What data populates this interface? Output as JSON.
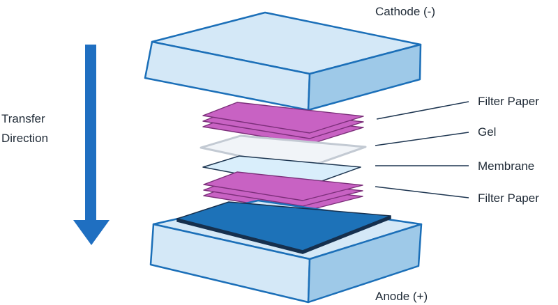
{
  "labels": {
    "cathode": "Cathode (-)",
    "anode": "Anode (+)",
    "transfer_line1": "Transfer",
    "transfer_line2": "Direction",
    "filter_paper_top": "Filter Paper",
    "gel": "Gel",
    "membrane": "Membrane",
    "filter_paper_bottom": "Filter Paper"
  },
  "colors": {
    "electrode_fill": "#d4e8f7",
    "electrode_side": "#9ec9e8",
    "outline": "#1b6fb8",
    "arrow": "#1f6fc1",
    "filter_paper": "#c862c3",
    "filter_paper_outline": "#7c2f7a",
    "gel": "#f1f4f8",
    "gel_outline": "#c3cad3",
    "membrane": "#d9eefb",
    "membrane_outline": "#1d3550",
    "sponge": "#1d72b8",
    "sponge_outline": "#16304e",
    "leader_line": "#1d3550"
  }
}
